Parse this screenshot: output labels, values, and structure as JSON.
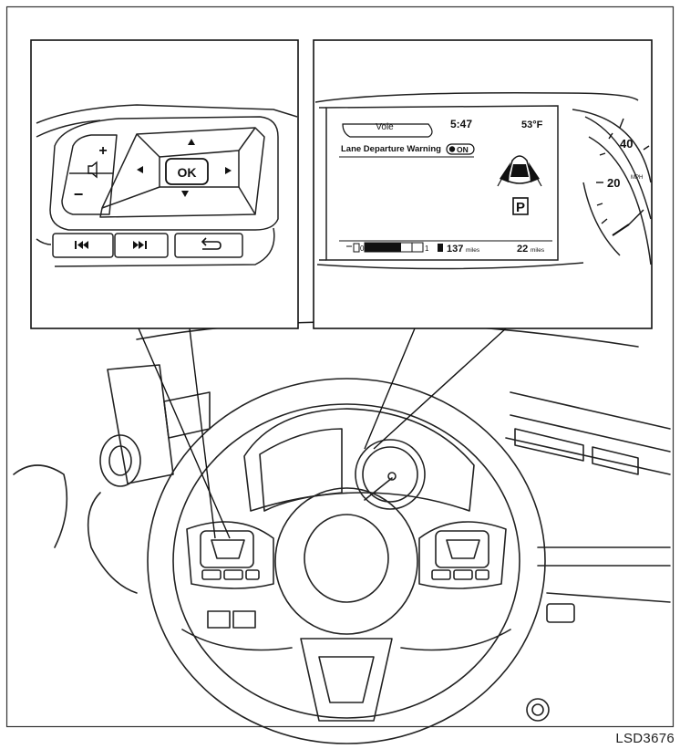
{
  "figure_id": "LSD3676",
  "steering_switch": {
    "ok_label": "OK",
    "volume_up": "+",
    "volume_down": "−",
    "speaker_icon": "speaker-icon",
    "up_icon": "arrow-up-icon",
    "down_icon": "arrow-down-icon",
    "left_icon": "arrow-left-icon",
    "right_icon": "arrow-right-icon",
    "prev_icon": "skip-back-icon",
    "next_icon": "skip-forward-icon",
    "back_icon": "back-icon"
  },
  "display": {
    "source": "Voie",
    "time": "5:47",
    "temperature": "53°F",
    "warning_label": "Lane Departure Warning",
    "warning_state": "ON",
    "gear": "P",
    "range_value": "137",
    "range_unit": "miles",
    "trip_value": "22",
    "trip_unit": "miles",
    "fuel_empty": "0",
    "fuel_full": "1"
  },
  "speedometer": {
    "ticks": [
      "40",
      "20"
    ],
    "unit": "MPH"
  }
}
